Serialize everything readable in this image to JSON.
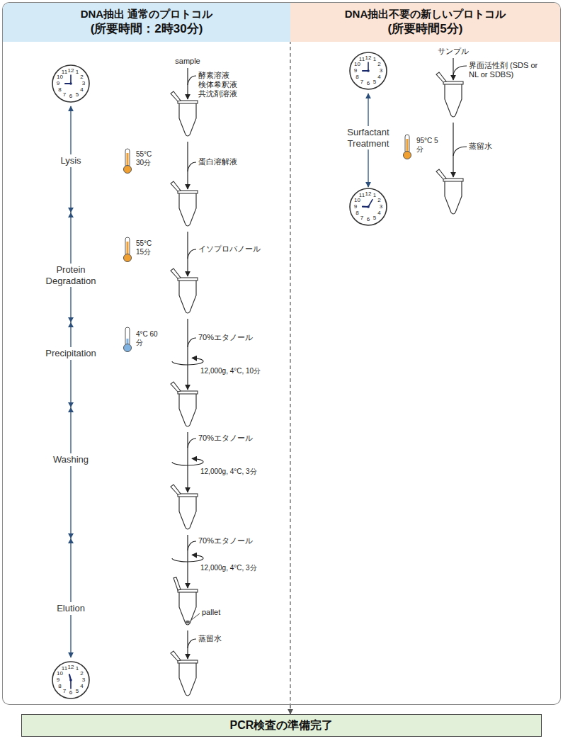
{
  "diagram": {
    "nodes": [
      {
        "text": [
          "DNA抽出 通常のプロトコル",
          "(所要時間：2時30分)"
        ]
      },
      {
        "text": [
          "DNA抽出不要の新しいプロトコル",
          "(所要時間5分)"
        ]
      },
      {
        "text": [
          "PCR検査の準備完了"
        ]
      }
    ],
    "edges": [
      {
        "from": 1,
        "to": 2,
        "arrow": "to"
      }
    ],
    "labels": [
      "12",
      "1",
      "2",
      "3",
      "4",
      "5",
      "6",
      "7",
      "8",
      "9",
      "10",
      "11",
      "sample",
      "酵素溶液",
      "検体希釈液",
      "共沈剤溶液",
      "Lysis",
      "55°C 30分",
      "蛋白溶解液",
      "Protein Degradation",
      "55°C 15分",
      "イソプロパノール",
      "Precipitation",
      "4°C 60分",
      "70%エタノール",
      "12,000g, 4°C, 10分",
      "Washing",
      "70%エタノール",
      "12,000g, 4°C, 3分",
      "70%エタノール",
      "12,000g, 4°C, 3分",
      "Elution",
      "pallet",
      "蒸留水",
      "12",
      "1",
      "2",
      "3",
      "4",
      "5",
      "6",
      "7",
      "8",
      "9",
      "10",
      "11",
      "12",
      "1",
      "2",
      "3",
      "4",
      "5",
      "6",
      "7",
      "8",
      "9",
      "10",
      "11",
      "サンプル",
      "界面活性剤 (SDS or NL or SDBS)",
      "Surfactant Treatment",
      "95°C 5分",
      "蒸留水",
      "12",
      "1",
      "2",
      "3",
      "4",
      "5",
      "6",
      "7",
      "8",
      "9",
      "10",
      "11"
    ]
  }
}
